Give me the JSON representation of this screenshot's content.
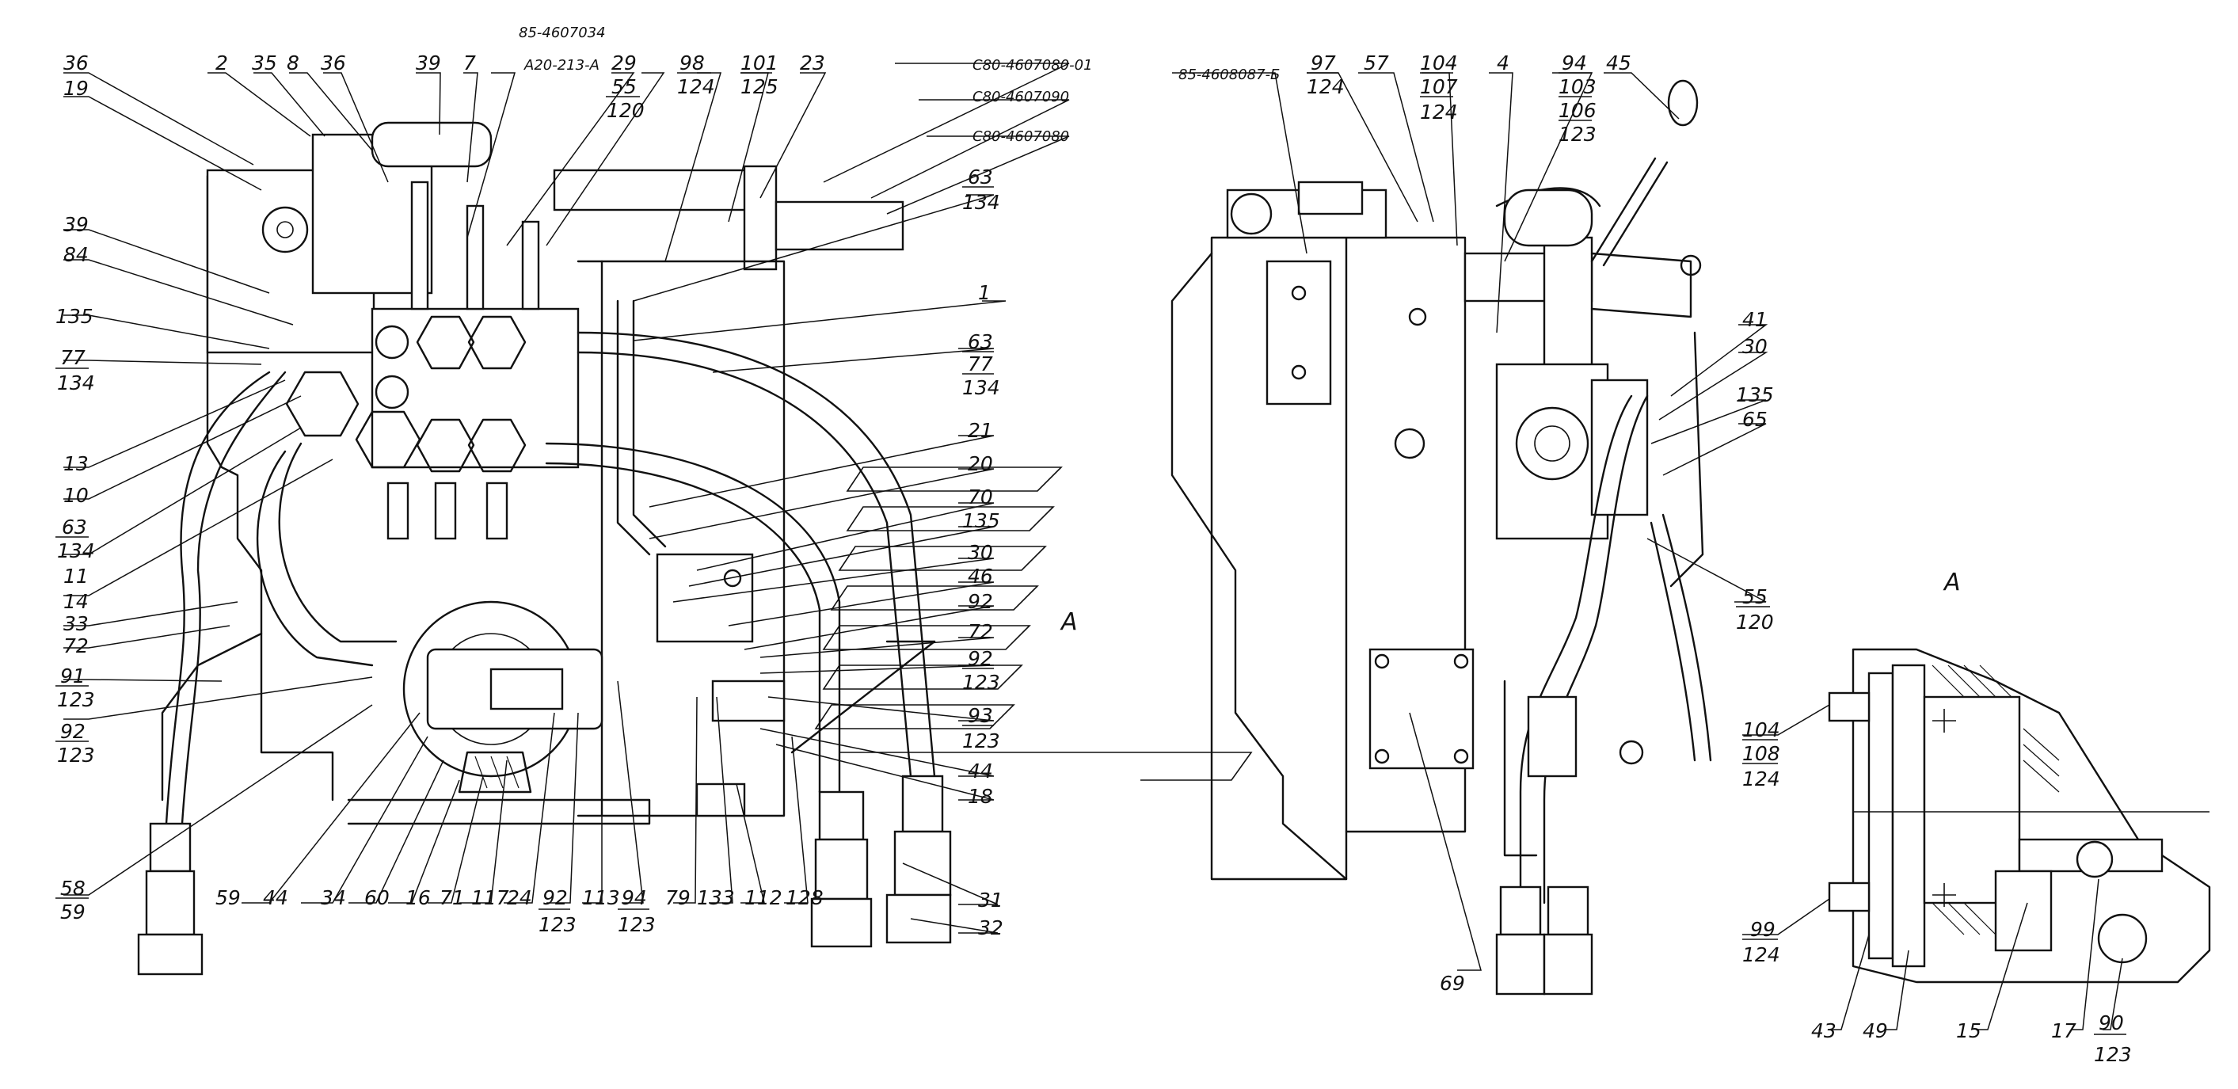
{
  "codes": {
    "c1": "85-4607034",
    "c2": "A20-213-A",
    "c3": "C80-4607080-01",
    "c4": "C80-4607090",
    "c5": "C80-4607080",
    "c6": "85-4608087-Б"
  },
  "view_label": "А",
  "labels": {
    "l1": "36",
    "l2": "19",
    "l3": "2",
    "l4": "35",
    "l5": "8",
    "l6": "36",
    "l7": "39",
    "l8": "7",
    "l9": "29",
    "l10": "55",
    "l11": "120",
    "l12": "98",
    "l13": "124",
    "l14": "101",
    "l15": "125",
    "l16": "23",
    "l17": "63",
    "l18": "134",
    "l19": "39",
    "l20": "84",
    "l21": "135",
    "l22": "77",
    "l23": "134",
    "l24": "13",
    "l25": "10",
    "l26": "63",
    "l27": "134",
    "l28": "11",
    "l29": "14",
    "l30": "33",
    "l31": "72",
    "l32": "91",
    "l33": "123",
    "l34": "92",
    "l35": "123",
    "l36": "58",
    "l37": "59",
    "l38": "59",
    "l39": "44",
    "l40": "34",
    "l41": "60",
    "l42": "16",
    "l43": "71",
    "l44": "117",
    "l45": "24",
    "l46": "92",
    "l47": "123",
    "l48": "113",
    "l49": "94",
    "l50": "123",
    "l51": "79",
    "l52": "133",
    "l53": "112",
    "l54": "128",
    "l55": "1",
    "l56": "63",
    "l57": "77",
    "l58": "134",
    "l59": "21",
    "l60": "20",
    "l61": "70",
    "l62": "135",
    "l63": "30",
    "l64": "46",
    "l65": "92",
    "l66": "72",
    "l67": "92",
    "l68": "123",
    "l69": "93",
    "l70": "123",
    "l71": "44",
    "l72": "18",
    "l73": "31",
    "l74": "32",
    "l75": "97",
    "l76": "124",
    "l77": "57",
    "l78": "104",
    "l79": "107",
    "l80": "124",
    "l81": "4",
    "l82": "94",
    "l83": "103",
    "l84": "106",
    "l85": "123",
    "l86": "45",
    "l87": "41",
    "l88": "30",
    "l89": "135",
    "l90": "65",
    "l91": "55",
    "l92": "120",
    "l93": "69",
    "l94": "104",
    "l95": "108",
    "l96": "124",
    "l97": "99",
    "l98": "124",
    "l99": "43",
    "l100": "49",
    "l101": "15",
    "l102": "17",
    "l103": "90",
    "l104": "123"
  }
}
